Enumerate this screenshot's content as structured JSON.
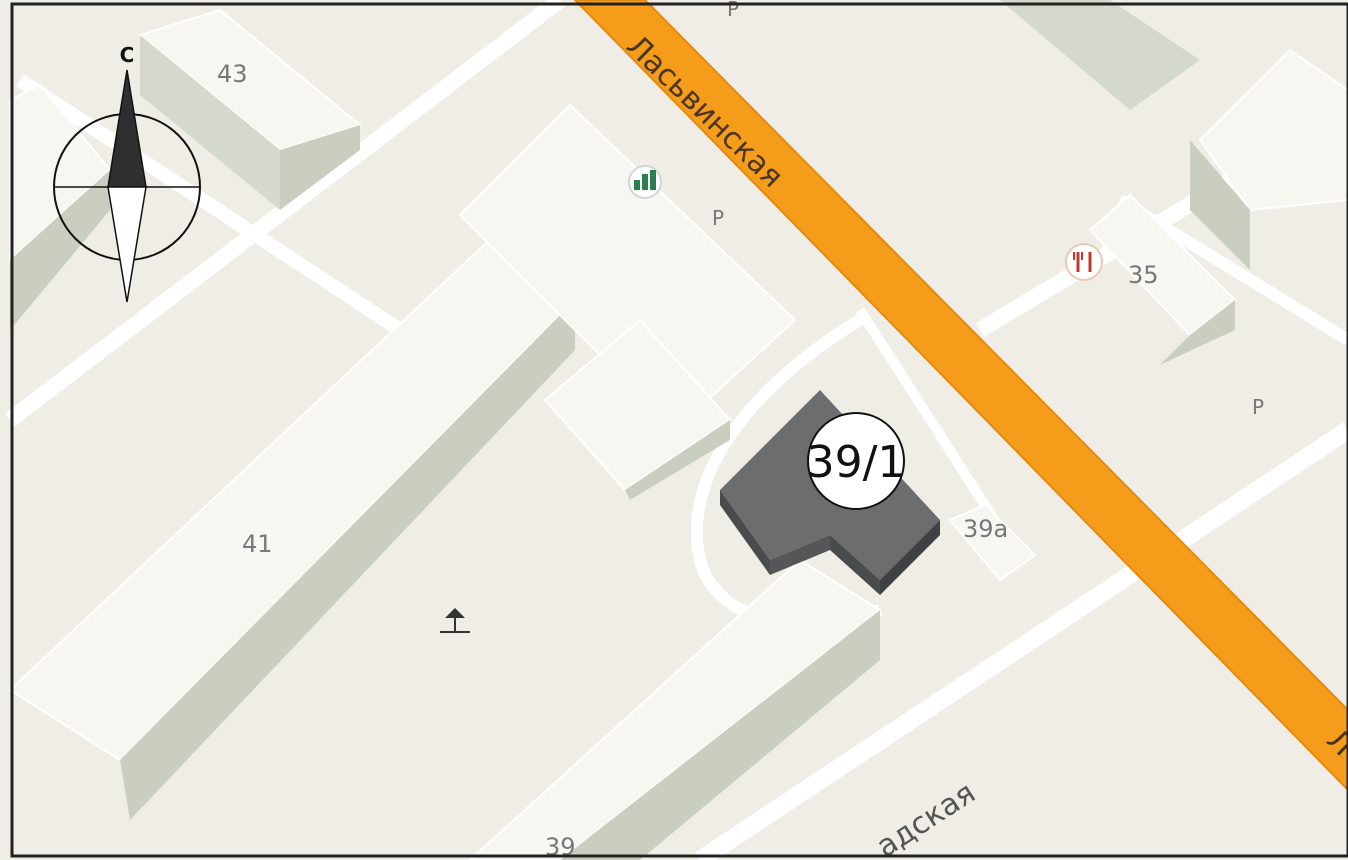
{
  "map": {
    "street_main": "Ласьвинская",
    "street_edge": "Л",
    "street_lower": "адская",
    "compass_north": "С",
    "target_label": "39/1",
    "buildings": {
      "b43": "43",
      "b41": "41",
      "b39": "39",
      "b39a": "39а",
      "b35": "35"
    },
    "parking": {
      "p1": "Р",
      "p2": "Р",
      "p3": "Р"
    }
  },
  "colors": {
    "ground": "#efede6",
    "building_top": "#f7f6f0",
    "building_side": "#c9cec1",
    "building_edge": "#ffffff",
    "road_orange": "#f59c1a",
    "road_orange_edge": "#e48a0e",
    "minor_road": "#ffffff",
    "target_top": "#6c6d6f",
    "target_side": "#4a4b4d",
    "frame": "#222222"
  }
}
